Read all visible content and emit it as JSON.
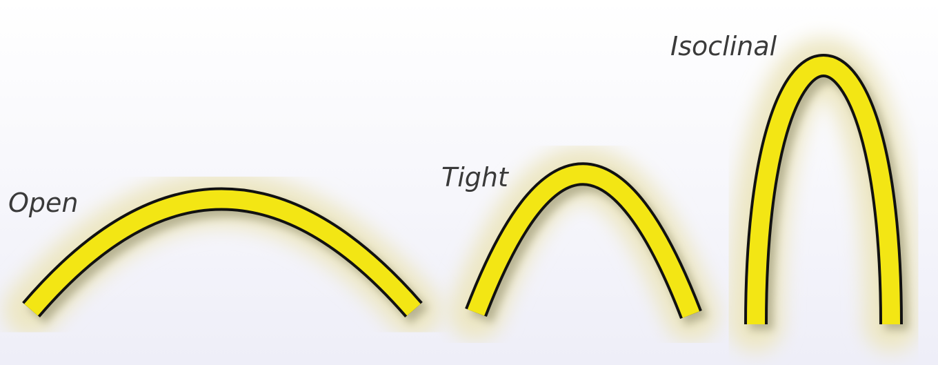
{
  "folds": [
    {
      "id": "open",
      "label": "Open"
    },
    {
      "id": "tight",
      "label": "Tight"
    },
    {
      "id": "isoclinal",
      "label": "Isoclinal"
    }
  ],
  "colors": {
    "band_fill": "#f3e614",
    "band_outline": "#111111",
    "halo": "#ede7c4",
    "shadow": "#8d8a6a",
    "label_text": "#3a3a3a"
  }
}
